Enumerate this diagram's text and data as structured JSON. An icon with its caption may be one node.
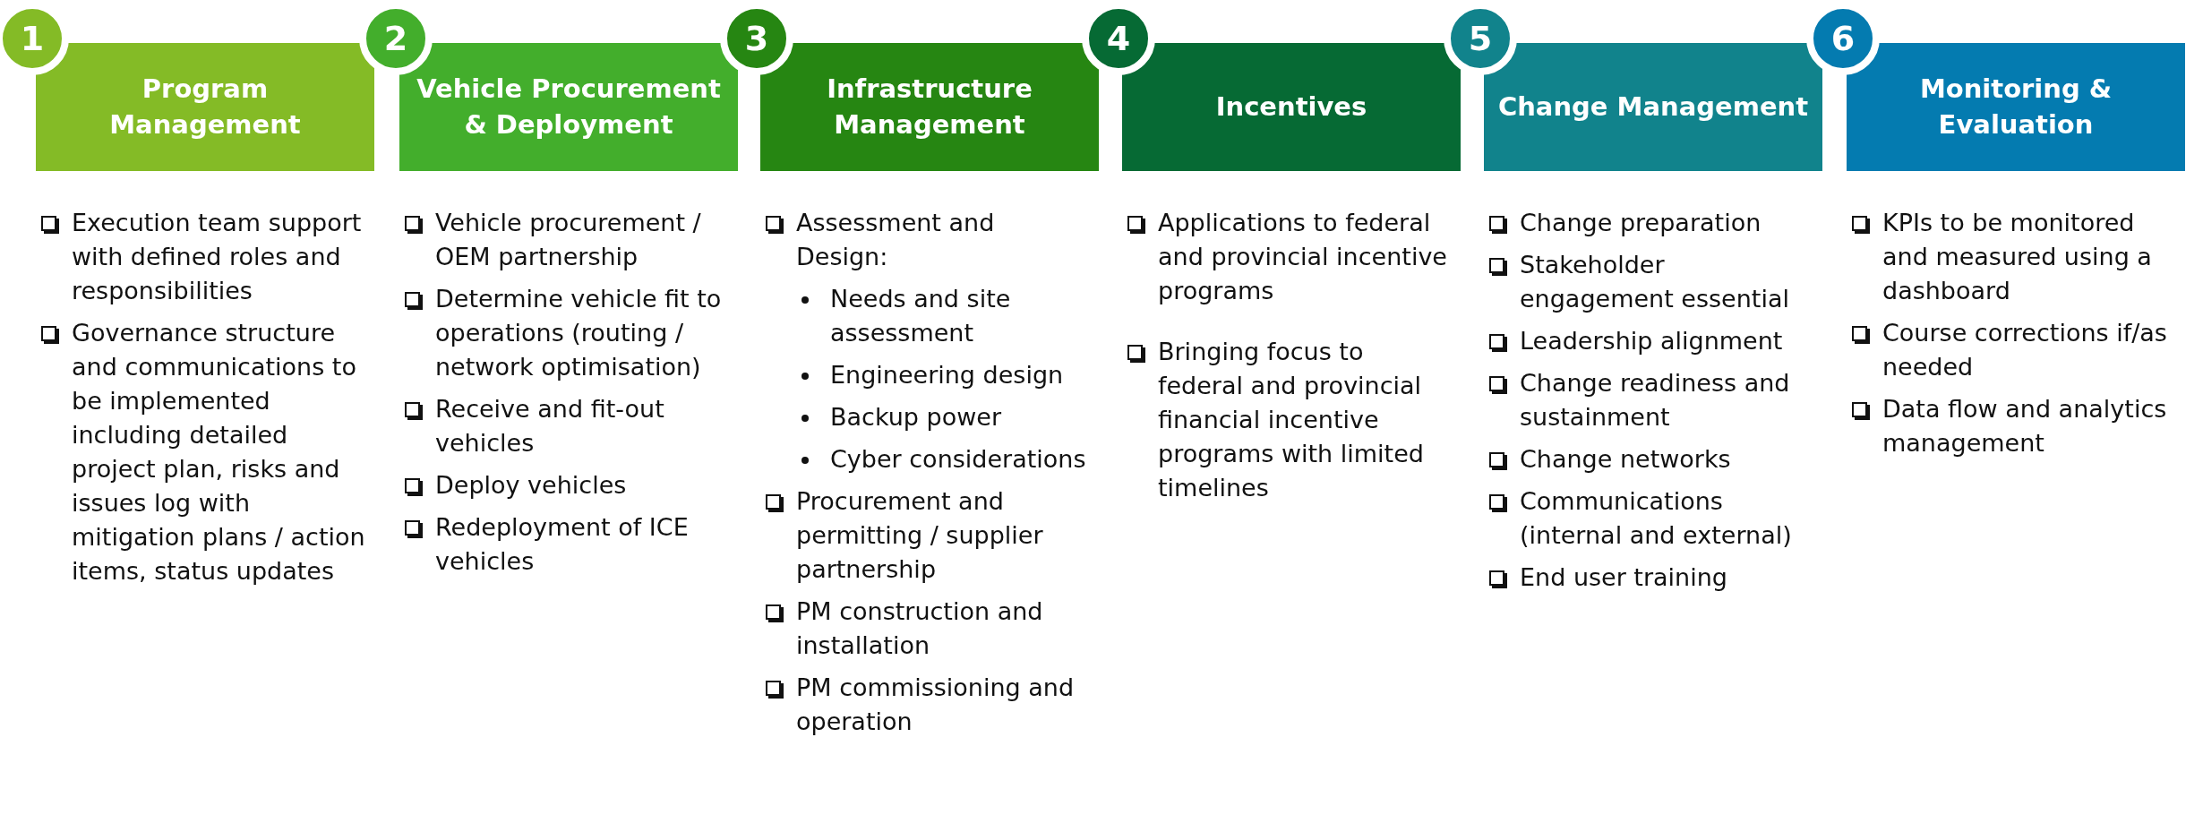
{
  "diagram": {
    "nodes": [
      {
        "text": [
          "1",
          "Program Management"
        ],
        "beside": [
          "Execution team support with defined roles and responsibilities",
          "Governance structure and communications to be implemented including detailed project plan, risks and issues log with mitigation plans / action items, status updates"
        ]
      },
      {
        "text": [
          "2",
          "Vehicle Procurement & Deployment"
        ],
        "beside": [
          "Vehicle procurement / OEM partnership",
          "Determine vehicle fit to operations (routing / network optimisation)",
          "Receive and fit-out vehicles",
          "Deploy vehicles",
          "Redeployment of ICE vehicles"
        ]
      },
      {
        "text": [
          "3",
          "Infrastructure Management"
        ],
        "beside": [
          "Assessment and Design:",
          "Needs and site assessment",
          "Engineering design",
          "Backup power",
          "Cyber considerations",
          "Procurement and permitting / supplier partnership",
          "PM construction and installation",
          "PM commissioning and operation"
        ]
      },
      {
        "text": [
          "4",
          "Incentives"
        ],
        "beside": [
          "Applications to federal and provincial incentive programs",
          "Bringing focus to federal and provincial financial incentive programs with limited timelines"
        ]
      },
      {
        "text": [
          "5",
          "Change Management"
        ],
        "beside": [
          "Change preparation",
          "Stakeholder engagement essential",
          "Leadership alignment",
          "Change readiness and sustainment",
          "Change networks",
          "Communications (internal and external)",
          "End user training"
        ]
      },
      {
        "text": [
          "6",
          "Monitoring & Evaluation"
        ],
        "beside": [
          "KPIs to be monitored and measured using a dashboard",
          "Course corrections if/as needed",
          "Data flow and analytics management"
        ]
      }
    ],
    "edges": []
  }
}
